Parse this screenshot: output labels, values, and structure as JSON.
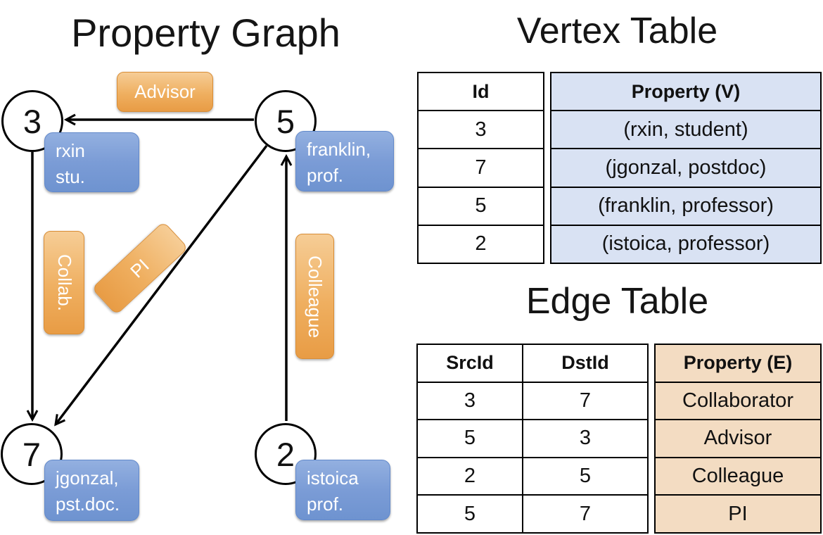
{
  "graph": {
    "title": "Property Graph",
    "nodes": [
      {
        "id": "3",
        "label": [
          "rxin",
          "stu."
        ]
      },
      {
        "id": "5",
        "label": [
          "franklin,",
          "prof."
        ]
      },
      {
        "id": "7",
        "label": [
          "jgonzal,",
          "pst.doc."
        ]
      },
      {
        "id": "2",
        "label": [
          "istoica",
          "prof."
        ]
      }
    ],
    "edges": [
      {
        "label": "Advisor",
        "from": "5",
        "to": "3"
      },
      {
        "label": "Collab.",
        "from": "3",
        "to": "7"
      },
      {
        "label": "PI",
        "from": "5",
        "to": "7"
      },
      {
        "label": "Colleague",
        "from": "2",
        "to": "5"
      }
    ]
  },
  "vertex_table": {
    "title": "Vertex Table",
    "headers": {
      "id": "Id",
      "property": "Property (V)"
    },
    "rows": [
      {
        "id": "3",
        "property": "(rxin, student)"
      },
      {
        "id": "7",
        "property": "(jgonzal, postdoc)"
      },
      {
        "id": "5",
        "property": "(franklin, professor)"
      },
      {
        "id": "2",
        "property": "(istoica, professor)"
      }
    ]
  },
  "edge_table": {
    "title": "Edge Table",
    "headers": {
      "src": "SrcId",
      "dst": "DstId",
      "property": "Property (E)"
    },
    "rows": [
      {
        "src": "3",
        "dst": "7",
        "property": "Collaborator"
      },
      {
        "src": "5",
        "dst": "3",
        "property": "Advisor"
      },
      {
        "src": "2",
        "dst": "5",
        "property": "Colleague"
      },
      {
        "src": "5",
        "dst": "7",
        "property": "PI"
      }
    ]
  },
  "colors": {
    "edge_label_orange_top": "#f6cd96",
    "edge_label_orange_bottom": "#e89c45",
    "edge_label_border": "#d98d36",
    "vertex_box_blue_top": "#93b0e0",
    "vertex_box_blue_bottom": "#6e93d0",
    "vertex_box_border": "#6289cb",
    "vertex_table_fill": "#d9e2f3",
    "edge_table_fill": "#f3dcc2",
    "line_color": "#000000"
  }
}
